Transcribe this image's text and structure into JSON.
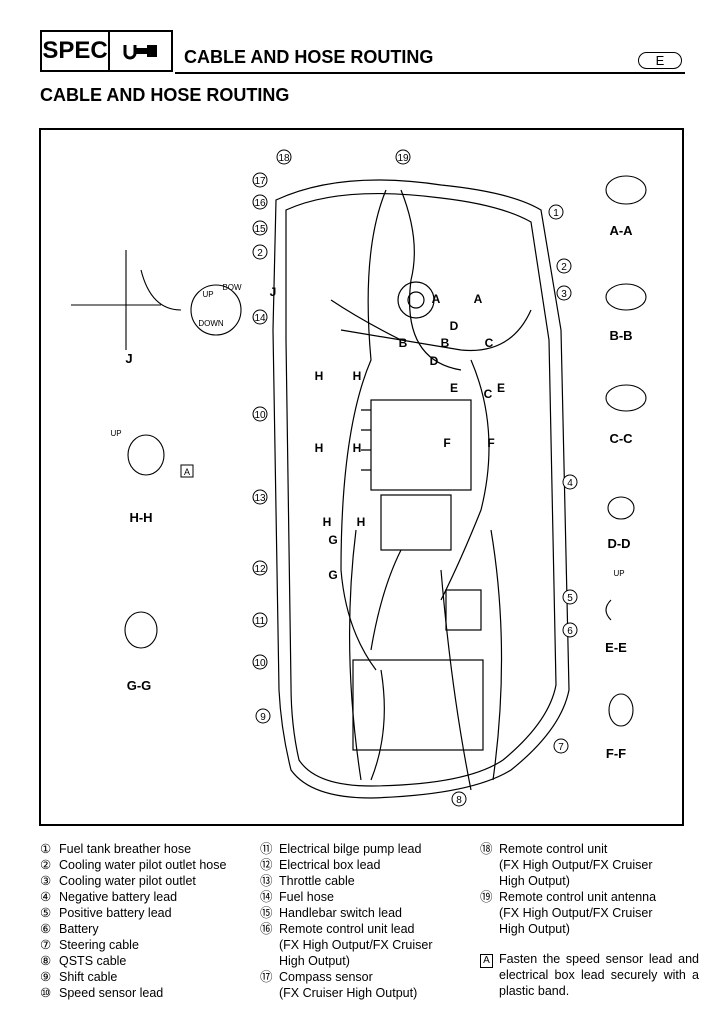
{
  "header": {
    "spec_label": "SPEC",
    "title": "CABLE AND HOSE ROUTING",
    "lang": "E",
    "icon": "tool-wrench-icon"
  },
  "section_title": "CABLE AND HOSE ROUTING",
  "diagram": {
    "view_labels": [
      "A-A",
      "B-B",
      "C-C",
      "D-D",
      "E-E",
      "F-F",
      "J",
      "H-H",
      "G-G"
    ],
    "section_letters": [
      "A",
      "B",
      "C",
      "D",
      "E",
      "F",
      "G",
      "H",
      "J"
    ],
    "up_label": "UP",
    "bow_label": "BOW",
    "down_label": "DOWN",
    "band_marker": "A",
    "callouts": [
      "1",
      "2",
      "3",
      "4",
      "5",
      "6",
      "7",
      "8",
      "9",
      "10",
      "11",
      "12",
      "13",
      "14",
      "15",
      "16",
      "17",
      "18",
      "19"
    ]
  },
  "legend": {
    "col1": [
      {
        "num": "①",
        "text": "Fuel tank breather hose"
      },
      {
        "num": "②",
        "text": "Cooling water pilot outlet hose"
      },
      {
        "num": "③",
        "text": "Cooling water pilot outlet"
      },
      {
        "num": "④",
        "text": "Negative battery lead"
      },
      {
        "num": "⑤",
        "text": "Positive battery lead"
      },
      {
        "num": "⑥",
        "text": "Battery"
      },
      {
        "num": "⑦",
        "text": "Steering cable"
      },
      {
        "num": "⑧",
        "text": "QSTS cable"
      },
      {
        "num": "⑨",
        "text": "Shift cable"
      },
      {
        "num": "⑩",
        "text": "Speed sensor lead"
      }
    ],
    "col2": [
      {
        "num": "⑪",
        "lines": [
          "Electrical bilge pump lead"
        ]
      },
      {
        "num": "⑫",
        "lines": [
          "Electrical box lead"
        ]
      },
      {
        "num": "⑬",
        "lines": [
          "Throttle cable"
        ]
      },
      {
        "num": "⑭",
        "lines": [
          "Fuel hose"
        ]
      },
      {
        "num": "⑮",
        "lines": [
          "Handlebar switch lead"
        ]
      },
      {
        "num": "⑯",
        "lines": [
          "Remote control unit lead",
          "(FX High Output/FX Cruiser",
          "High Output)"
        ]
      },
      {
        "num": "⑰",
        "lines": [
          "Compass sensor",
          "(FX Cruiser High Output)"
        ]
      }
    ],
    "col3": [
      {
        "num": "⑱",
        "lines": [
          "Remote control unit",
          "(FX High Output/FX Cruiser",
          "High Output)"
        ]
      },
      {
        "num": "⑲",
        "lines": [
          "Remote control unit antenna",
          "(FX High Output/FX Cruiser",
          "High Output)"
        ]
      }
    ],
    "note": {
      "marker": "A",
      "text": "Fasten the speed sensor lead and electrical box lead securely with a plastic band."
    }
  }
}
